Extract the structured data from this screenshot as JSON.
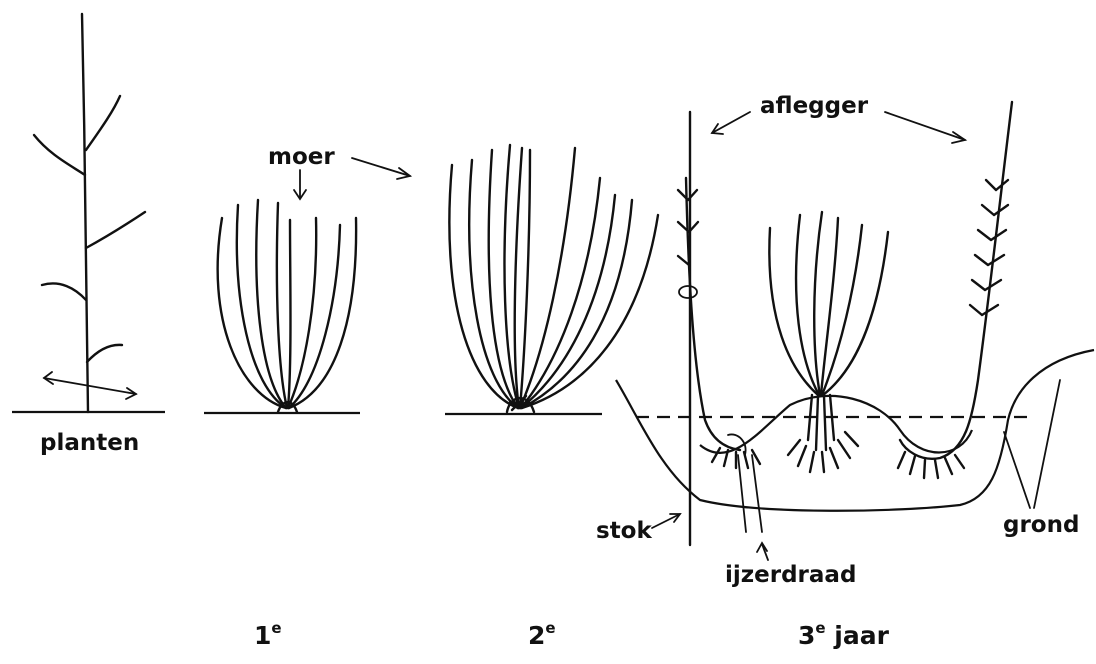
{
  "labels": {
    "planten": "planten",
    "moer": "moer",
    "aflegger": "aflegger",
    "stok": "stok",
    "ijzerdraad": "ijzerdraad",
    "grond": "grond"
  },
  "stages": [
    {
      "num": "1",
      "sup": "e",
      "suffix": ""
    },
    {
      "num": "2",
      "sup": "e",
      "suffix": ""
    },
    {
      "num": "3",
      "sup": "e",
      "suffix": " jaar"
    }
  ],
  "colors": {
    "ink": "#111111",
    "paper": "#ffffff"
  }
}
